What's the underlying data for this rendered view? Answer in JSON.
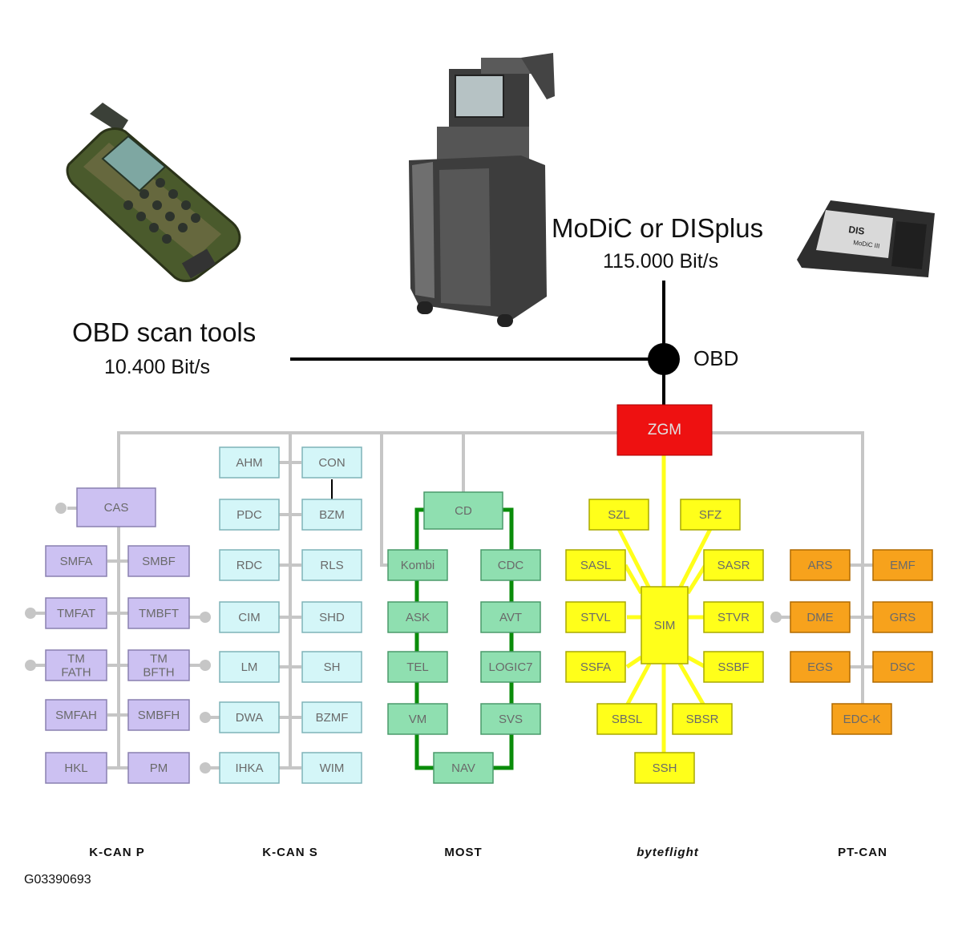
{
  "devices": {
    "obd_tool": {
      "title": "OBD scan tools",
      "rate": "10.400 Bit/s"
    },
    "modic": {
      "title": "MoDiC or DISplus",
      "rate": "115.000 Bit/s",
      "screen_text_1": "DIS",
      "screen_text_2": "MoDiC III"
    },
    "obd_port_label": "OBD"
  },
  "gateway": {
    "label": "ZGM",
    "color": "#ee1111"
  },
  "colors": {
    "kcan": "#ccc1f2",
    "kcans": "#d4f6f8",
    "most": "#8fdfb0",
    "most_line": "#0a8c0a",
    "byteflight": "#ffff1a",
    "ptcan": "#f7a21c",
    "bus_line": "#c6c6c6"
  },
  "buses": {
    "kcanp": {
      "name": "K-CAN P",
      "top": "CAS",
      "left": [
        "SMFA",
        "TMFAT",
        "TM\nFATH",
        "SMFAH",
        "HKL"
      ],
      "right": [
        "SMBF",
        "TMBFT",
        "TM\nBFTH",
        "SMBFH",
        "PM"
      ]
    },
    "kcans": {
      "name": "K-CAN S",
      "left": [
        "AHM",
        "PDC",
        "RDC",
        "CIM",
        "LM",
        "DWA",
        "IHKA"
      ],
      "right": [
        "CON",
        "BZM",
        "RLS",
        "SHD",
        "SH",
        "BZMF",
        "WIM"
      ]
    },
    "most": {
      "name": "MOST",
      "top": "CD",
      "left": [
        "Kombi",
        "ASK",
        "TEL",
        "VM"
      ],
      "right": [
        "CDC",
        "AVT",
        "LOGIC7",
        "SVS"
      ],
      "bottom": "NAV"
    },
    "byteflight": {
      "name": "byteflight",
      "center": "SIM",
      "nodes": [
        "SZL",
        "SFZ",
        "SASL",
        "SASR",
        "STVL",
        "STVR",
        "SSFA",
        "SSBF",
        "SBSL",
        "SBSR",
        "SSH"
      ]
    },
    "ptcan": {
      "name": "PT-CAN",
      "left": [
        "ARS",
        "DME",
        "EGS"
      ],
      "right": [
        "EMF",
        "GRS",
        "DSC"
      ],
      "bottom": "EDC-K"
    }
  },
  "figure_id": "G03390693"
}
